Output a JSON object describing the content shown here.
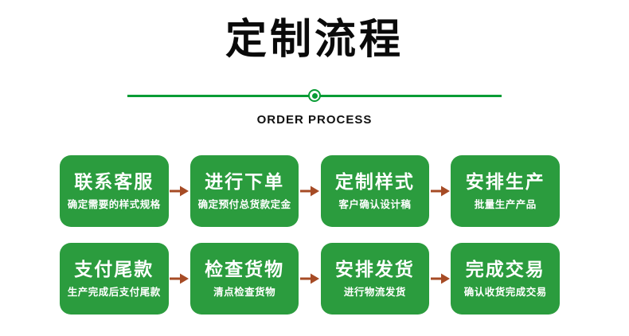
{
  "header": {
    "title": "定制流程",
    "subtitle": "ORDER PROCESS"
  },
  "colors": {
    "box_green": "#2b9c3e",
    "divider_green": "#089c35",
    "arrow_rust": "#a64b25",
    "title_color": "#0a0a0a",
    "box_text": "#ffffff"
  },
  "icons": {
    "arrow_right": "→",
    "divider_dot": "circle-dot"
  },
  "steps": [
    {
      "title": "联系客服",
      "subtitle": "确定需要的样式规格"
    },
    {
      "title": "进行下单",
      "subtitle": "确定预付总货款定金"
    },
    {
      "title": "定制样式",
      "subtitle": "客户确认设计稿"
    },
    {
      "title": "安排生产",
      "subtitle": "批量生产产品"
    },
    {
      "title": "支付尾款",
      "subtitle": "生产完成后支付尾款"
    },
    {
      "title": "检查货物",
      "subtitle": "清点检查货物"
    },
    {
      "title": "安排发货",
      "subtitle": "进行物流发货"
    },
    {
      "title": "完成交易",
      "subtitle": "确认收货完成交易"
    }
  ]
}
